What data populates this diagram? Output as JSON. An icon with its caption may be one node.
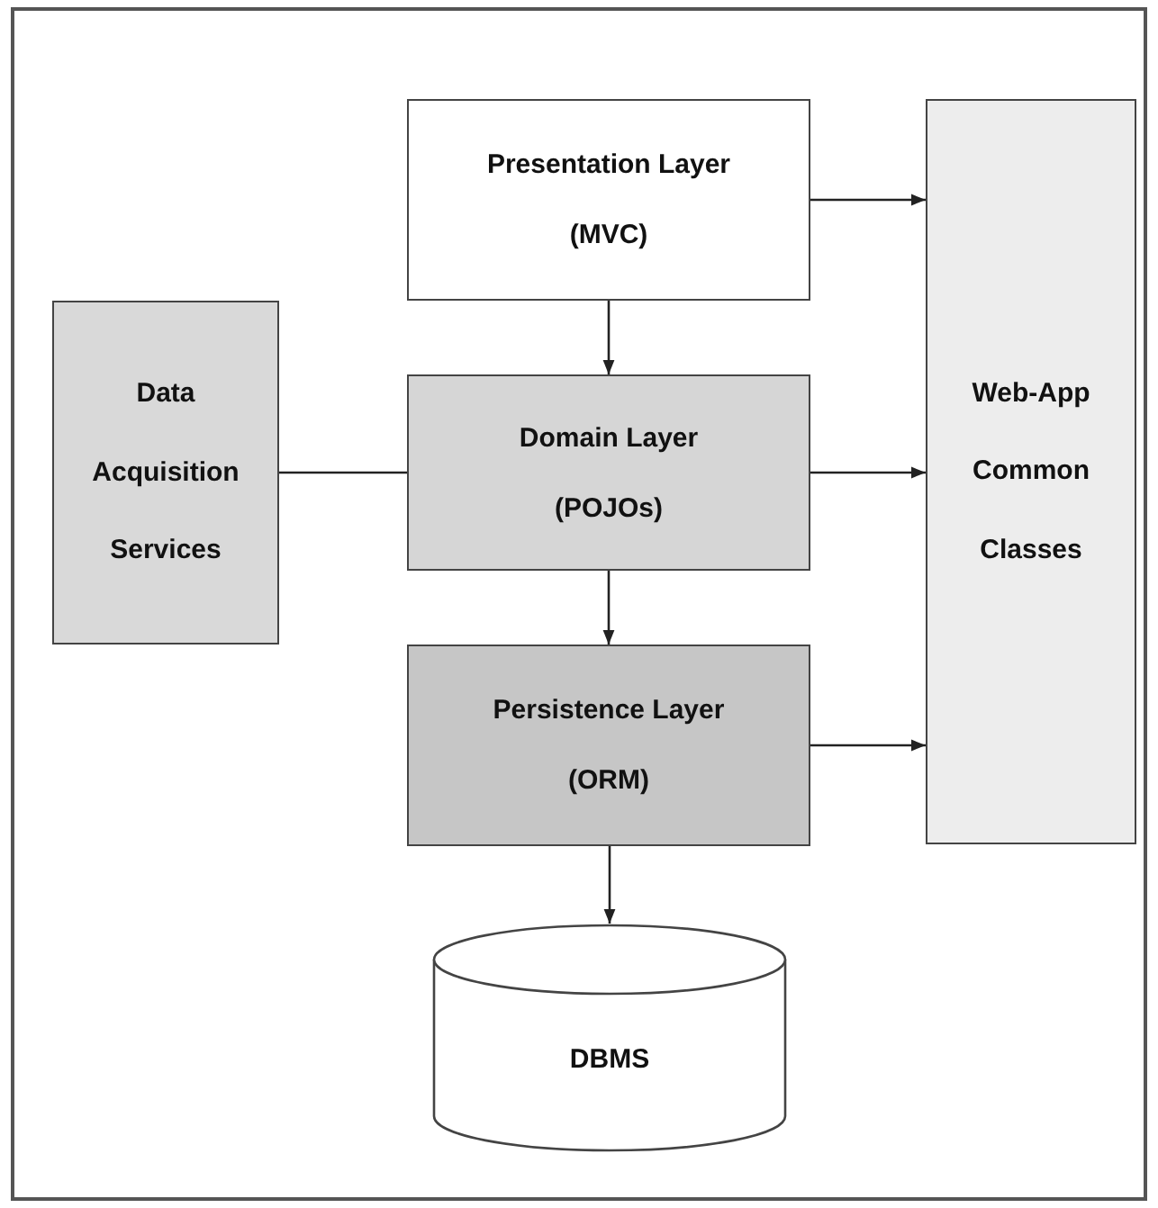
{
  "diagram": {
    "nodes": [
      {
        "text": [
          "Presentation Layer",
          "(MVC)"
        ]
      },
      {
        "text": [
          "Data Acquisition Services"
        ]
      },
      {
        "text": [
          "Domain Layer",
          "(POJOs)"
        ]
      },
      {
        "text": [
          "Web-App Common Classes"
        ]
      },
      {
        "text": [
          "Persistence Layer",
          "(ORM)"
        ]
      },
      {
        "text": [
          "DBMS"
        ]
      }
    ],
    "edges": [
      {
        "from": 0,
        "to": 3,
        "arrow": "to"
      },
      {
        "from": 0,
        "to": 2,
        "arrow": "to"
      },
      {
        "from": 1,
        "to": 2,
        "arrow": "none"
      },
      {
        "from": 2,
        "to": 3,
        "arrow": "to"
      },
      {
        "from": 2,
        "to": 4,
        "arrow": "to"
      },
      {
        "from": 4,
        "to": 3,
        "arrow": "to"
      },
      {
        "from": 4,
        "to": 5,
        "arrow": "to"
      }
    ]
  }
}
